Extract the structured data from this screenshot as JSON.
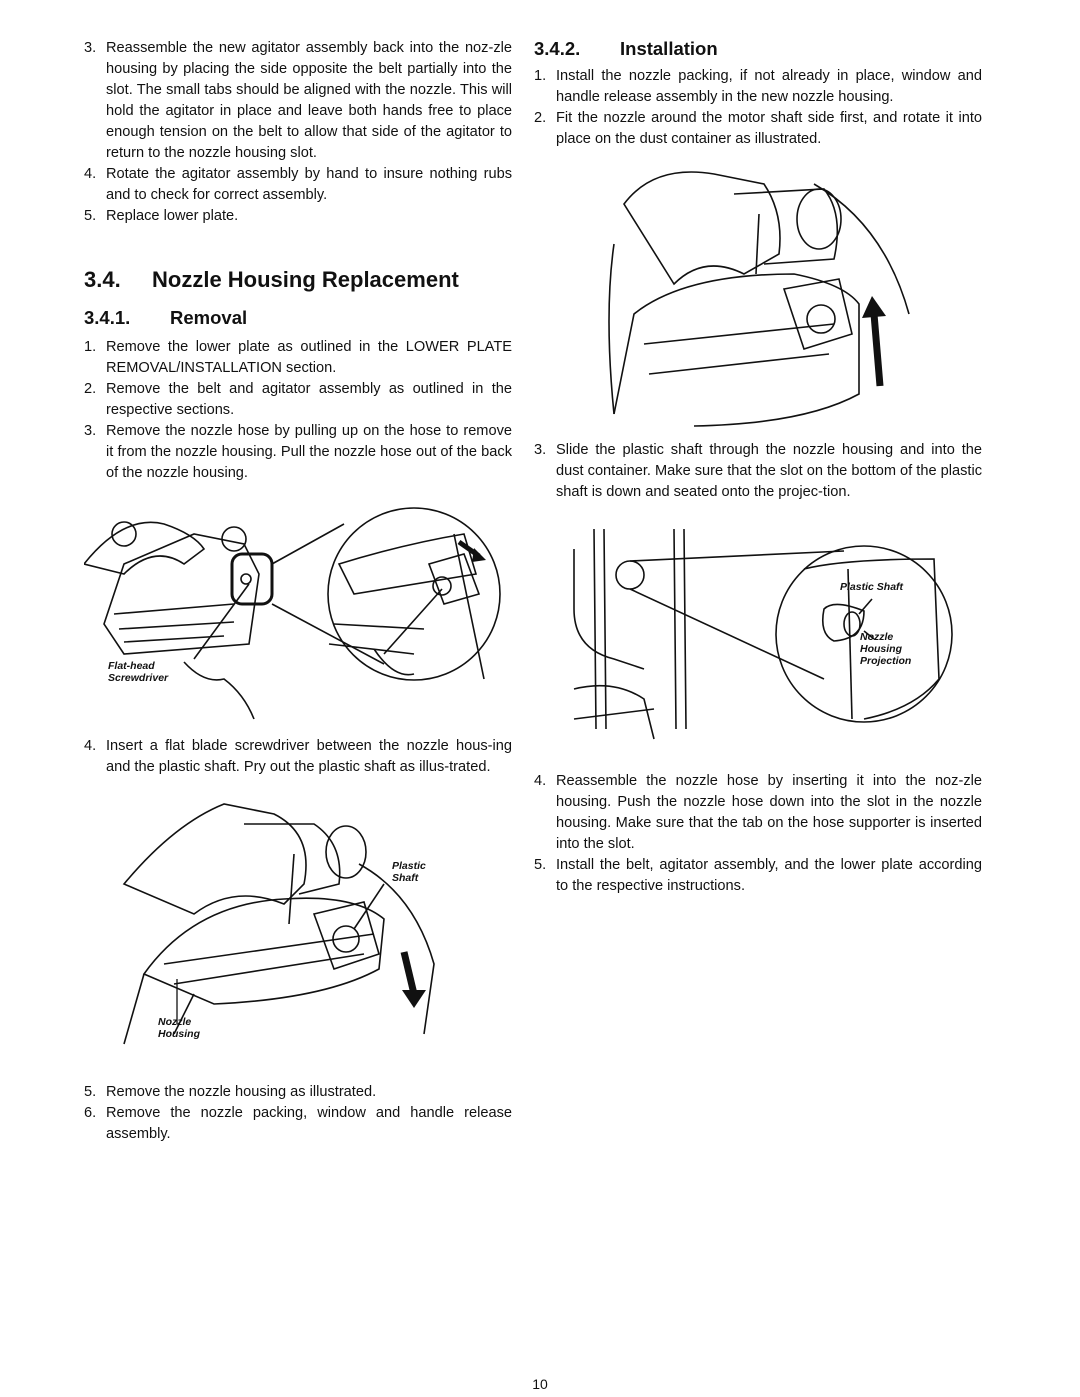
{
  "left": {
    "intro_steps": [
      {
        "num": "3.",
        "text": "Reassemble the new agitator assembly back into the noz-zle housing by placing the side opposite the belt partially into the slot. The small tabs should be aligned with the nozzle. This will hold the agitator in place and leave both hands free to place enough tension on the belt to allow that side of the agitator to return to the nozzle housing slot."
      },
      {
        "num": "4.",
        "text": "Rotate the agitator assembly by hand to insure nothing rubs and to check for correct assembly."
      },
      {
        "num": "5.",
        "text": "Replace lower plate."
      }
    ],
    "section_num": "3.4.",
    "section_title": "Nozzle Housing Replacement",
    "sub_num": "3.4.1.",
    "sub_title": "Removal",
    "removal_steps_a": [
      {
        "num": "1.",
        "text": "Remove the lower plate as outlined in the LOWER PLATE REMOVAL/INSTALLATION section."
      },
      {
        "num": "2.",
        "text": "Remove the belt and agitator assembly as outlined in the respective sections."
      },
      {
        "num": "3.",
        "text": "Remove the nozzle hose by pulling up on the hose to remove it from the nozzle housing. Pull the nozzle hose out of the back of the nozzle housing."
      }
    ],
    "fig1_label_1": "Flat-head",
    "fig1_label_2": "Screwdriver",
    "removal_steps_b": [
      {
        "num": "4.",
        "text": "Insert a flat blade screwdriver between the nozzle hous-ing and the plastic shaft. Pry out the plastic shaft as illus-trated."
      }
    ],
    "fig2_label_top_1": "Plastic",
    "fig2_label_top_2": "Shaft",
    "fig2_label_bot_1": "Nozzle",
    "fig2_label_bot_2": "Housing",
    "removal_steps_c": [
      {
        "num": "5.",
        "text": "Remove the nozzle housing as illustrated."
      },
      {
        "num": "6.",
        "text": "Remove the nozzle packing, window and handle release assembly."
      }
    ]
  },
  "right": {
    "sub_num": "3.4.2.",
    "sub_title": "Installation",
    "install_steps_a": [
      {
        "num": "1.",
        "text": "Install the nozzle packing, if not already in place, window and handle release assembly in the new nozzle housing."
      },
      {
        "num": "2.",
        "text": "Fit the nozzle around the motor shaft side first, and rotate it into place on the dust container as illustrated."
      }
    ],
    "install_steps_b": [
      {
        "num": "3.",
        "text": "Slide the plastic shaft through the nozzle housing and into the dust container. Make sure that the slot on the bottom of the plastic shaft is down and seated onto the projec-tion."
      }
    ],
    "fig4_label_shaft": "Plastic Shaft",
    "fig4_label_n1": "Nozzle",
    "fig4_label_n2": "Housing",
    "fig4_label_n3": "Projection",
    "install_steps_c": [
      {
        "num": "4.",
        "text": "Reassemble the nozzle hose by inserting it into the noz-zle housing. Push the nozzle hose down into the slot in the nozzle housing. Make sure that the tab on the hose supporter is inserted into the slot."
      },
      {
        "num": "5.",
        "text": "Install the belt, agitator assembly, and the lower plate according to the respective instructions."
      }
    ]
  },
  "page_number": "10"
}
